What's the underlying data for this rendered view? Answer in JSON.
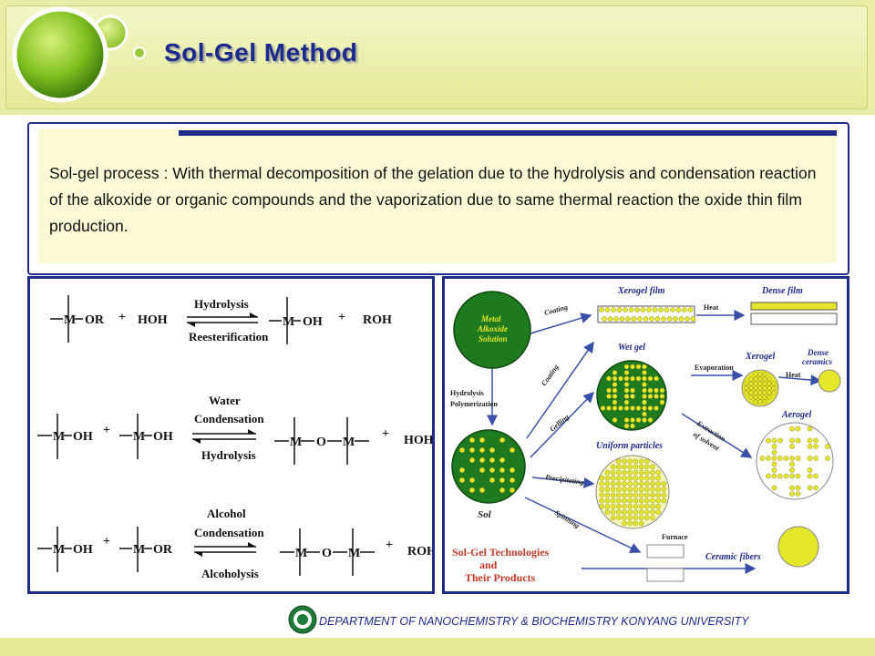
{
  "slide": {
    "title": "Sol-Gel Method",
    "definition": "Sol-gel process : With thermal decomposition of the gelation due to the hydrolysis and condensation reaction of the alkoxide or organic compounds and the vaporization due to same thermal reaction the oxide thin film production.",
    "footer": "DEPARTMENT OF NANOCHEMISTRY & BIOCHEMISTRY KONYANG UNIVERSITY"
  },
  "reactions": [
    {
      "reactants": [
        "M",
        "OR",
        "+",
        "HOH"
      ],
      "arrow_top": "Hydrolysis",
      "arrow_bottom": "Reesterification",
      "products": [
        "M",
        "OH",
        "+",
        "ROH"
      ]
    },
    {
      "reactants": [
        "M",
        "OH",
        "+",
        "M",
        "OH"
      ],
      "arrow_top": "Water",
      "arrow_top2": "Condensation",
      "arrow_bottom": "Hydrolysis",
      "products": [
        "M",
        "O",
        "M",
        "+",
        "HOH"
      ]
    },
    {
      "reactants": [
        "M",
        "OH",
        "+",
        "M",
        "OR"
      ],
      "arrow_top": "Alcohol",
      "arrow_top2": "Condensation",
      "arrow_bottom": "Alcoholysis",
      "products": [
        "M",
        "O",
        "M",
        "+",
        "ROH"
      ]
    }
  ],
  "process": {
    "metal_line1": "Metal",
    "metal_line2": "Alkoxide",
    "metal_line3": "Solution",
    "sol": "Sol",
    "hydrolysis": "Hydrolysis",
    "polymerization": "Polymerization",
    "coating1": "Coating",
    "coating2": "Coating",
    "gelling": "Gelling",
    "precipitating": "Precipitating",
    "spinning": "Spinning",
    "xerogel_film": "Xerogel film",
    "heat1": "Heat",
    "dense_film": "Dense film",
    "wet_gel": "Wet gel",
    "evaporation": "Evaporation",
    "xerogel": "Xerogel",
    "heat2": "Heat",
    "dense_ceramics1": "Dense",
    "dense_ceramics2": "ceramics",
    "extraction1": "Extraction",
    "extraction2": "of solvent",
    "aerogel": "Aerogel",
    "uniform_particles": "Uniform particles",
    "furnace": "Furnace",
    "ceramic_fibers": "Ceramic fibers",
    "caption1": "Sol-Gel Technologies",
    "caption2": "and",
    "caption3": "Their Products"
  },
  "colors": {
    "title": "#1c2a8c",
    "border": "#1f2a8a",
    "gel_green": "#1f7a1f",
    "particle_yellow": "#e6e62a",
    "caption_red": "#c0392b",
    "arrow_blue": "#3a4fa8"
  }
}
